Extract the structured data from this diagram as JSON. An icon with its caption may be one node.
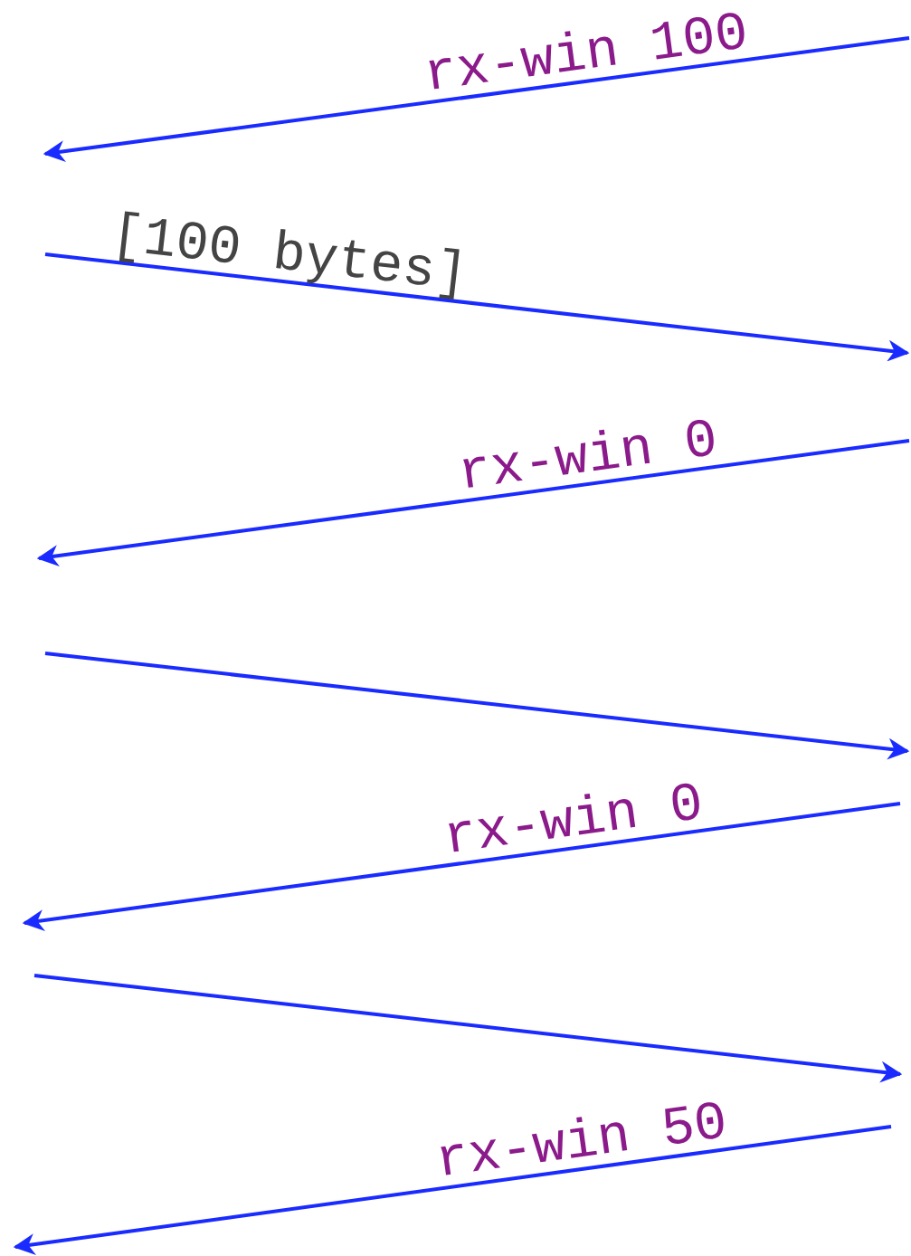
{
  "diagram": {
    "labels": [
      "rx-win 100",
      "[100 bytes]",
      "rx-win 0",
      "rx-win 0",
      "rx-win 50"
    ]
  }
}
